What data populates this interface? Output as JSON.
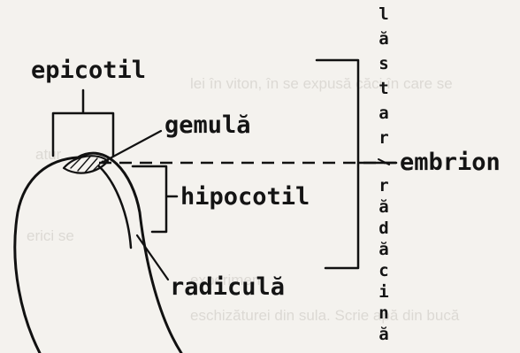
{
  "labels": {
    "epicotil": "epicotil",
    "gemula": "gemulă",
    "hipocotil": "hipocotil",
    "radicula": "radiculă",
    "embrion": "embrion",
    "lastar": "lăstar",
    "radacina": "rădăcină"
  },
  "background_text": {
    "line1": "lei în viton, în se expusă căci în care se",
    "line2": "atur",
    "line3": "erici se",
    "line4": "experimen",
    "line5": "eschizăturei din sula. Scrie apă din bucă"
  }
}
